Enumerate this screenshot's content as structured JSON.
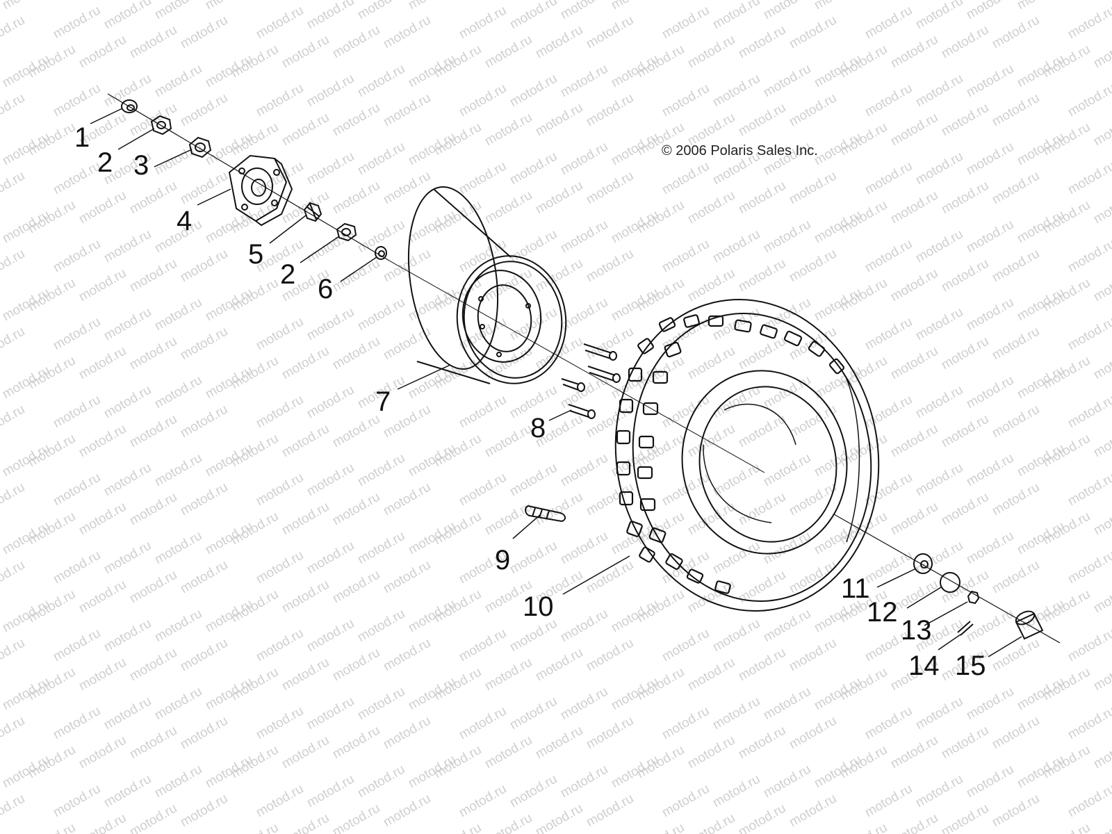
{
  "copyright": "© 2006 Polaris Sales Inc.",
  "watermark_text": "motod.ru",
  "callouts": [
    "1",
    "2",
    "3",
    "4",
    "5",
    "2",
    "6",
    "7",
    "8",
    "9",
    "10",
    "11",
    "12",
    "13",
    "14",
    "15"
  ],
  "colors": {
    "line": "#111111",
    "watermark": "#cfcfcf",
    "background": "#ffffff"
  }
}
